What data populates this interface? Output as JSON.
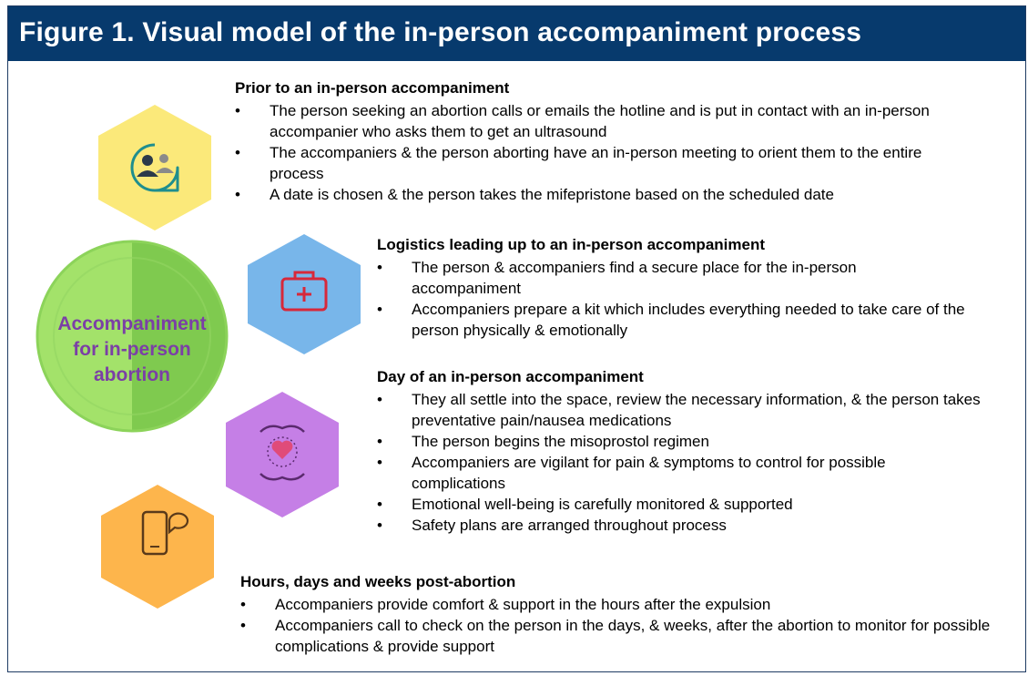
{
  "header": {
    "title": "Figure 1. Visual model of the in-person accompaniment process"
  },
  "center": {
    "label": "Accompaniment for in-person abortion"
  },
  "icons": {
    "hex_yellow": "people-chat-icon",
    "hex_blue": "first-aid-kit-icon",
    "hex_purple": "caring-hands-heart-icon",
    "hex_orange": "phone-message-icon"
  },
  "colors": {
    "header_bg": "#073a6d",
    "center_text": "#7b3fa6",
    "circle_light": "#a3e26a",
    "circle_dark": "#7fca4f",
    "hex_yellow": "#fbe97a",
    "hex_blue": "#78b6ea",
    "hex_purple": "#c57fe6",
    "hex_orange": "#fdb54c"
  },
  "sections": [
    {
      "heading": "Prior to an in-person accompaniment",
      "items": [
        "The person seeking an abortion calls or emails the hotline and is put in contact with an in-person accompanier who asks them to get an ultrasound",
        "The accompaniers & the person aborting have an in-person meeting to orient them to the entire process",
        "A date is chosen & the person takes the mifepristone based on the scheduled date"
      ]
    },
    {
      "heading": "Logistics leading up to an in-person accompaniment",
      "items": [
        "The person & accompaniers find a secure place for the in-person accompaniment",
        "Accompaniers prepare a kit which includes everything needed to take care of the person physically & emotionally"
      ]
    },
    {
      "heading": "Day of an in-person accompaniment",
      "items": [
        "They all settle into the space, review the necessary information,  & the person takes preventative pain/nausea medications",
        "The person begins the misoprostol regimen",
        "Accompaniers are vigilant for pain & symptoms to control for possible complications",
        "Emotional well-being is carefully monitored & supported",
        "Safety plans are arranged throughout process"
      ]
    },
    {
      "heading": "Hours, days and weeks post-abortion",
      "items": [
        "Accompaniers provide comfort & support in the hours after the expulsion",
        "Accompaniers call to check on the person in the days, & weeks, after the abortion to monitor for possible complications & provide support"
      ]
    }
  ]
}
